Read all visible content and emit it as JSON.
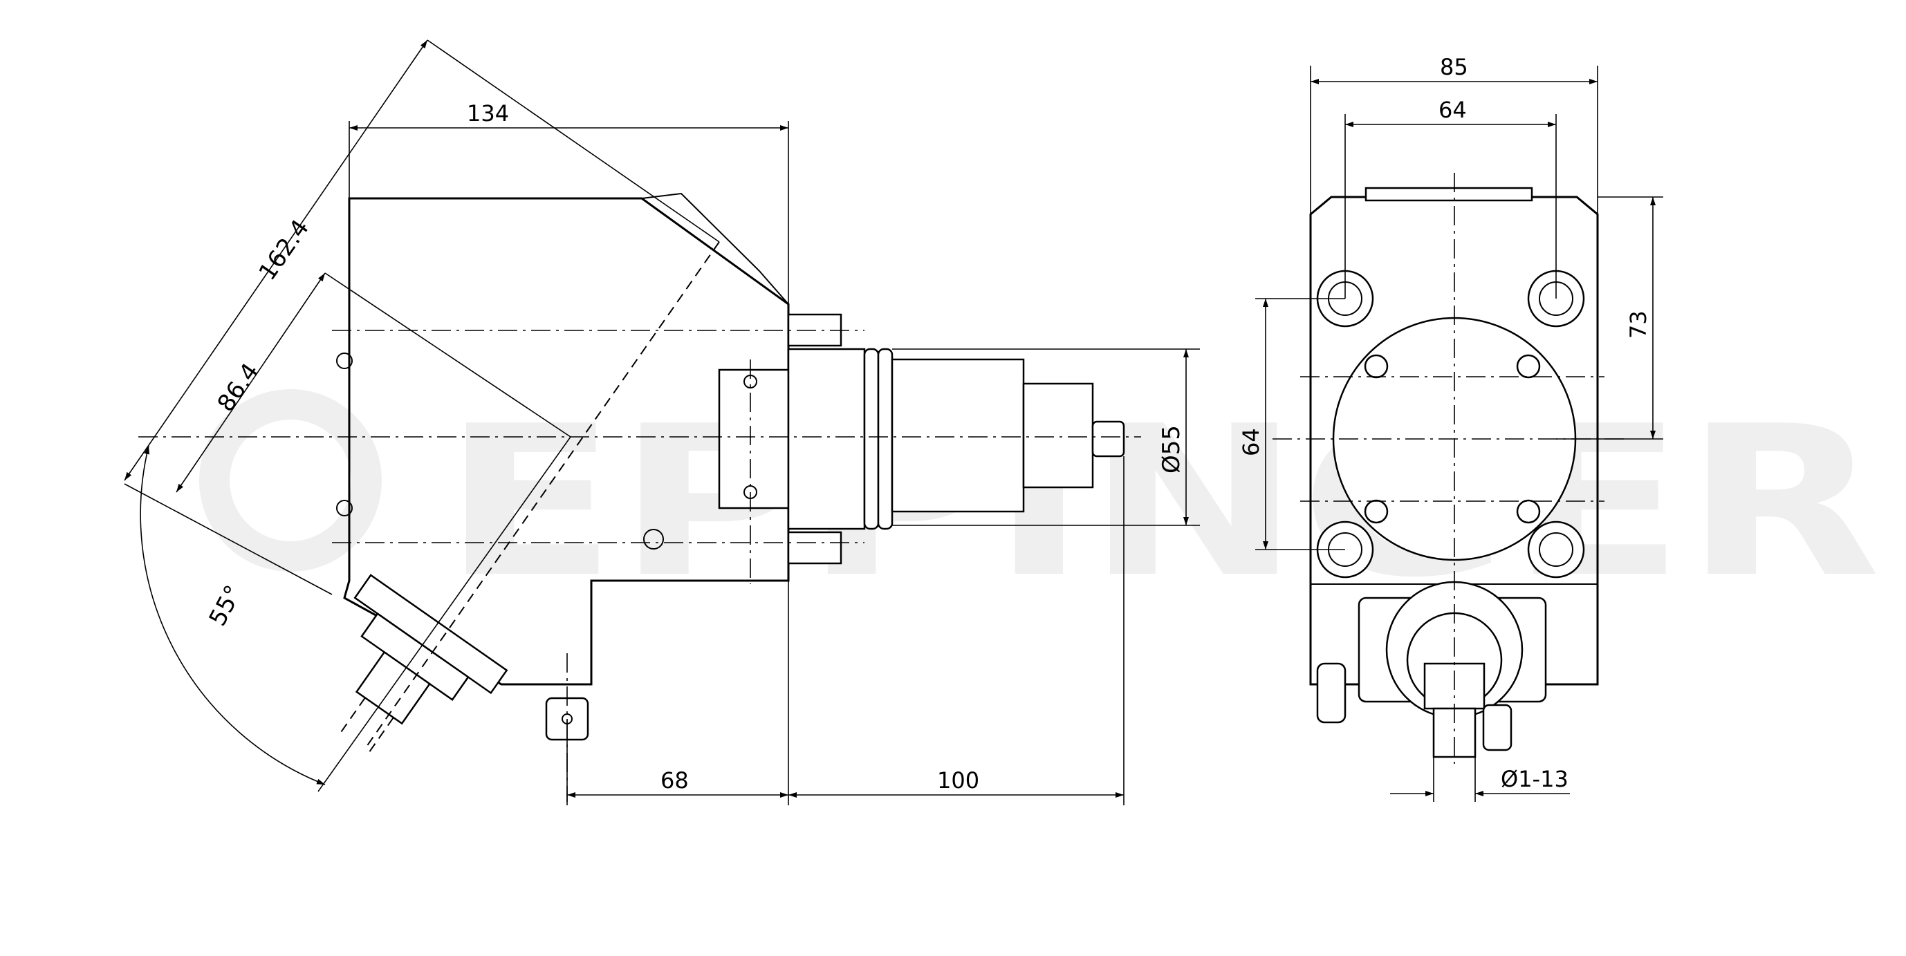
{
  "watermark": {
    "text": "EPPINGER",
    "color": "#efefef"
  },
  "line_color": "#000000",
  "side_view": {
    "dimensions": {
      "width_top": "134",
      "diagonal_length": "162.4",
      "diagonal_offset": "86.4",
      "angle": "55°",
      "shank_diameter": "Ø55",
      "offset_68": "68",
      "offset_100": "100"
    }
  },
  "front_view": {
    "dimensions": {
      "width_outer": "85",
      "width_bolts": "64",
      "height_73": "73",
      "height_64": "64",
      "collet_range": "Ø1-13"
    }
  }
}
